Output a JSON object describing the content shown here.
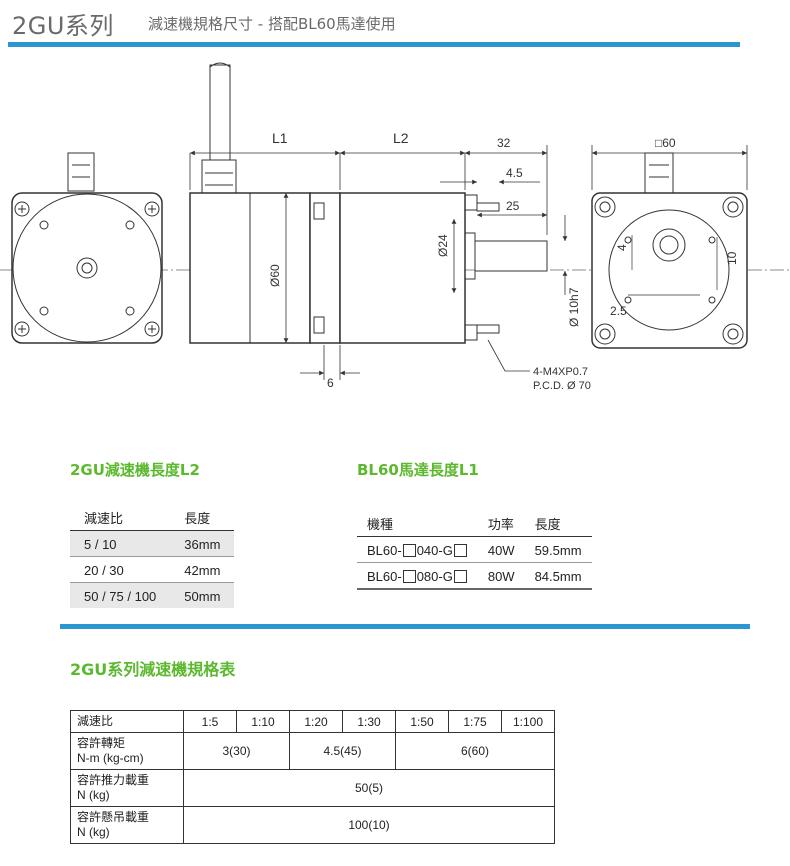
{
  "header": {
    "title": "2GU系列",
    "subtitle": "減速機規格尺寸  -  搭配BL60馬達使用"
  },
  "drawing": {
    "dims": {
      "l1": "L1",
      "l2": "L2",
      "d32": "32",
      "d4_5": "4.5",
      "d25": "25",
      "sq60": "□60",
      "phi24": "Ø24",
      "phi60": "Ø60",
      "phi10h7": "Ø 10h7",
      "d6": "6",
      "d4": "4",
      "d10": "10",
      "d2_5": "2.5",
      "screw": "4-M4XP0.7",
      "pcd": "P.C.D. Ø 70"
    }
  },
  "l2_section": {
    "heading": "2GU減速機長度L2",
    "columns": [
      "減速比",
      "長度"
    ],
    "rows": [
      [
        "5 / 10",
        "36mm"
      ],
      [
        "20 / 30",
        "42mm"
      ],
      [
        "50 / 75 / 100",
        "50mm"
      ]
    ]
  },
  "l1_section": {
    "heading": "BL60馬達長度L1",
    "columns": [
      "機種",
      "功率",
      "長度"
    ],
    "rows": [
      {
        "model_a": "BL60-",
        "model_b": "040-G",
        "power": "40W",
        "length": "59.5mm"
      },
      {
        "model_a": "BL60-",
        "model_b": "080-G",
        "power": "80W",
        "length": "84.5mm"
      }
    ]
  },
  "spec_section": {
    "heading": "2GU系列減速機規格表",
    "header_label": "減速比",
    "ratios": [
      "1:5",
      "1:10",
      "1:20",
      "1:30",
      "1:50",
      "1:75",
      "1:100"
    ],
    "torque_label": "容許轉矩",
    "torque_unit": "N-m (kg-cm)",
    "torque_values": [
      "3(30)",
      "4.5(45)",
      "6(60)"
    ],
    "radial_label": "容許推力載重",
    "radial_unit": "N (kg)",
    "radial_value": "50(5)",
    "axial_label": "容許懸吊載重",
    "axial_unit": "N (kg)",
    "axial_value": "100(10)"
  },
  "colors": {
    "accent_blue": "#2a97d3",
    "heading_green": "#5cb82e"
  }
}
